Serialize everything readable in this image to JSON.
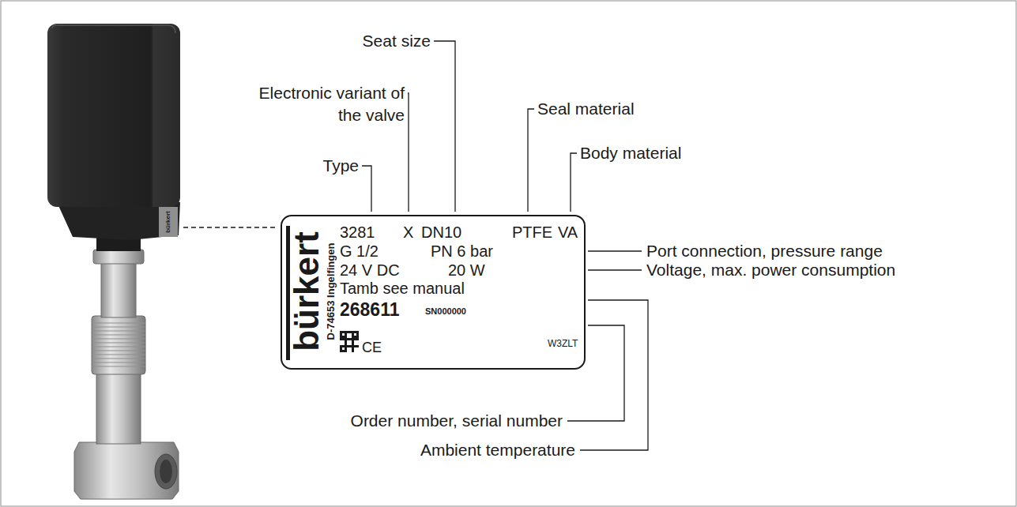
{
  "diagram": {
    "nodes": [
      {
        "text": [
          "bürkert",
          "D-74653 Ingelfingen",
          "3281",
          "X",
          "DN10",
          "PTFE",
          "VA",
          "G 1/2",
          "PN 6 bar",
          "24 V DC",
          "20 W",
          "Tamb see manual",
          "268611",
          "SN000000",
          "CE",
          "W3ZLT"
        ]
      }
    ],
    "labels": [
      "Seat size",
      "Electronic variant of the valve",
      "Type",
      "Seal material",
      "Body material",
      "Port connection, pressure range",
      "Voltage, max. power consumption",
      "Order number, serial number",
      "Ambient temperature",
      "bürkert"
    ]
  }
}
